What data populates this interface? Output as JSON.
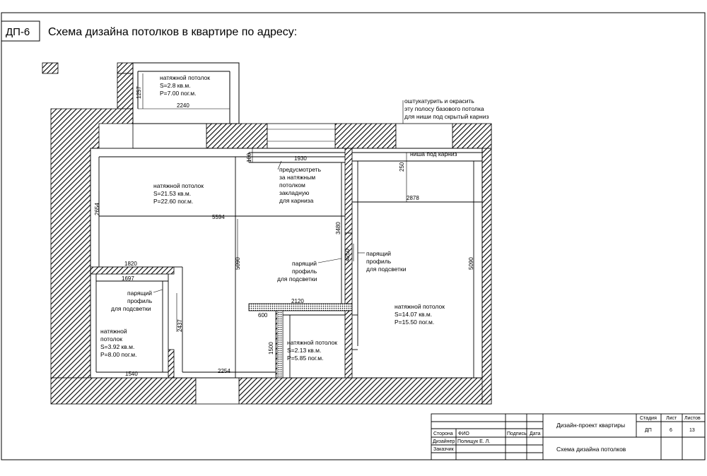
{
  "header": {
    "code": "ДП-6",
    "title": "Схема дизайна потолков в квартире по адресу:"
  },
  "rooms": [
    {
      "lines": [
        "натяжной потолок",
        "S=2.8 кв.м.",
        "P=7.00 пог.м."
      ]
    },
    {
      "lines": [
        "натяжной потолок",
        "S=21.53 кв.м.",
        "P=22.60 пог.м."
      ]
    },
    {
      "lines": [
        "натяжной потолок",
        "S=14.07 кв.м.",
        "P=15.50 пог.м."
      ]
    },
    {
      "lines": [
        "натяжной потолок",
        "S=2.13 кв.м.",
        "P=5.85 пог.м."
      ]
    },
    {
      "lines": [
        "натяжной",
        "потолок",
        "S=3.92 кв.м.",
        "P=8.00 пог.м."
      ]
    }
  ],
  "notes": {
    "plaster": [
      "оштукатурить и окрасить",
      "эту полосу базового потолка",
      "для ниши под скрытый карниз"
    ],
    "niche": "ниша под карниз",
    "embed": [
      "предусмотреть",
      "за натяжным",
      "потолком",
      "закладную",
      "для карниза"
    ],
    "profile_center": [
      "парящий",
      "профиль",
      "для подсветки"
    ],
    "profile_right": [
      "парящий",
      "профиль",
      "для подсветки"
    ],
    "profile_left": [
      "парящий",
      "профиль",
      "для подсветки"
    ]
  },
  "dimensions": {
    "d1257": "1257",
    "d2240": "2240",
    "d100": "100",
    "d1930": "1930",
    "d250": "250",
    "d2878": "2878",
    "d2654": "2654",
    "d5594": "5594",
    "d3480": "3480",
    "d4250": "4250",
    "d5090a": "5090",
    "d5090b": "5090",
    "d1820": "1820",
    "d1697": "1697",
    "d2437": "2437",
    "d1540": "1540",
    "d2254": "2254",
    "d2120": "2120",
    "d600": "600",
    "d1500": "1500"
  },
  "stamp": {
    "col_stage": "Стадия",
    "col_sheet": "Лист",
    "col_sheets": "Листов",
    "stage": "ДП",
    "sheet": "6",
    "sheets": "13",
    "project": "Дизайн-проект квартиры",
    "drawing": "Схема дизайна потолков",
    "side": "Сторона",
    "fio": "ФИО",
    "sign": "Подпись",
    "date": "Дата",
    "designer": "Дизайнер",
    "designer_name": "Полищук Е. Л.",
    "customer": "Заказчик"
  }
}
